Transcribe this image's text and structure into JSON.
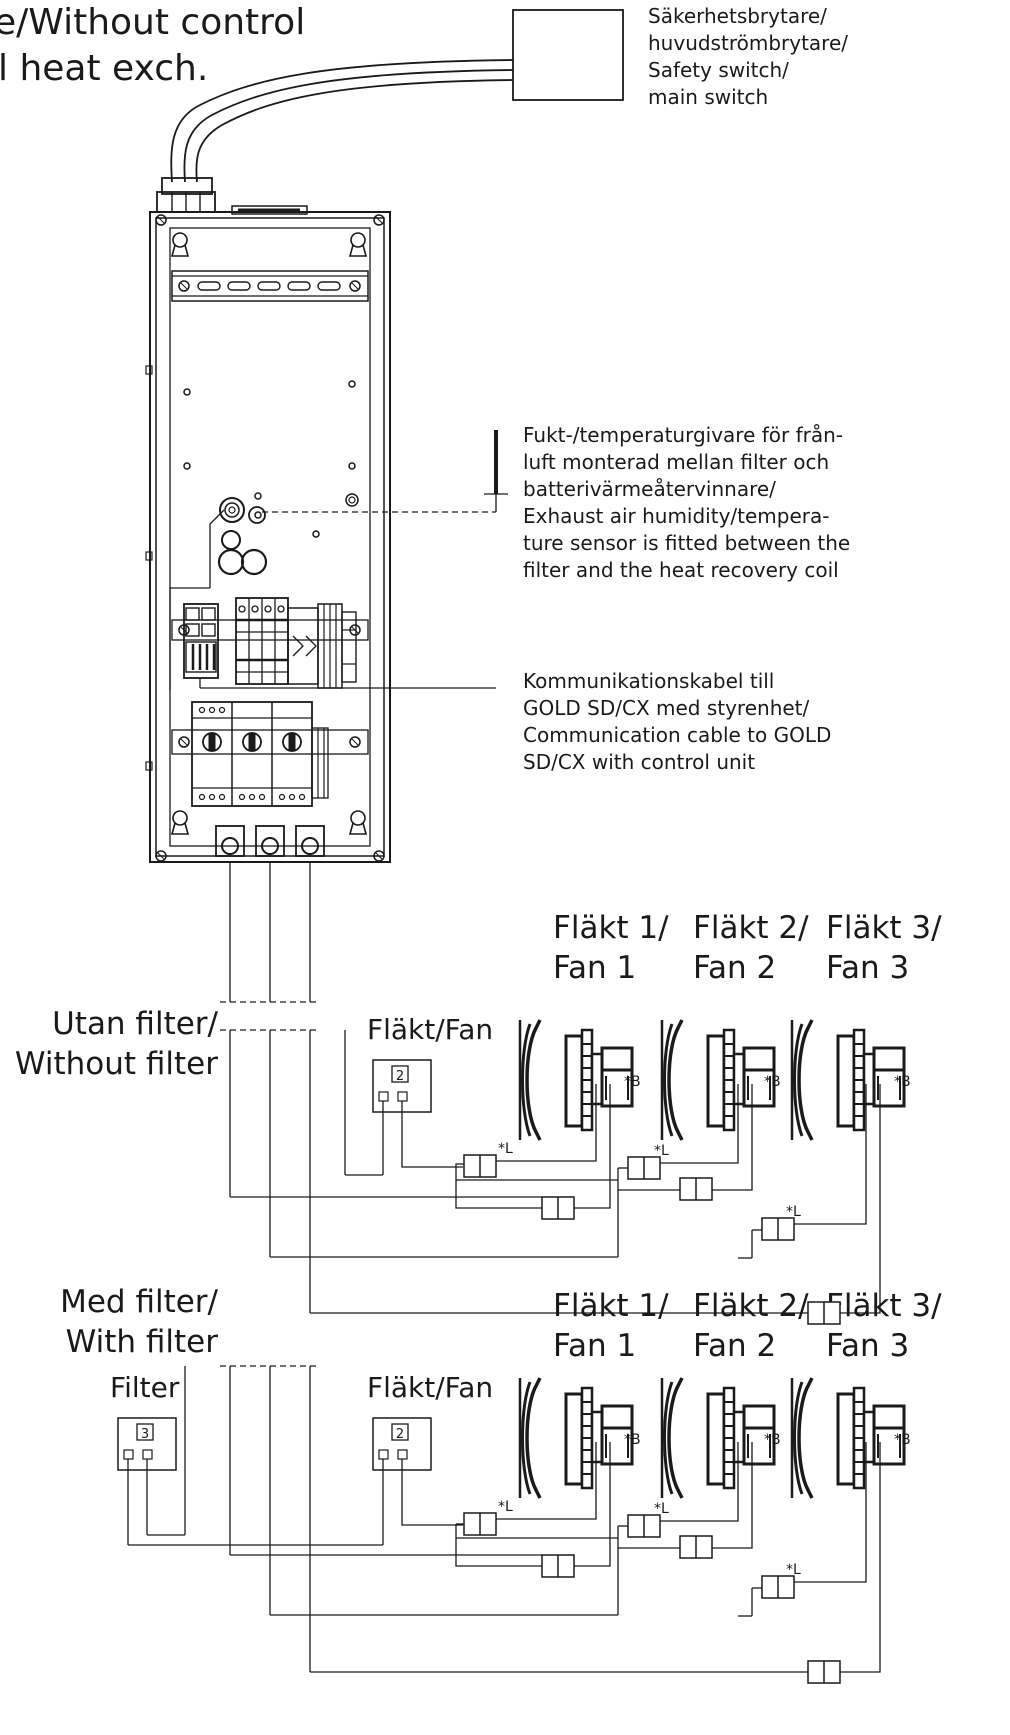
{
  "title": {
    "line1": "e/Without control",
    "line2": "il heat exch."
  },
  "labels": {
    "safety_switch": "Säkerhetsbrytare/\nhuvudströmbrytare/\nSafety switch/\nmain switch",
    "sensor": "Fukt-/temperaturgivare för från-\nluft monterad mellan filter och\nbatterivärmeåtervinnare/\nExhaust air humidity/tempera-\nture sensor is fitted between the\nfilter and the heat recovery coil",
    "comm_cable": "Kommunikationskabel till\nGOLD SD/CX med styrenhet/\nCommunication cable to GOLD\nSD/CX with control unit"
  },
  "sections": {
    "without_filter": {
      "label": "Utan filter/\nWithout filter",
      "fan_box_label": "Fläkt/Fan",
      "fan_box_number": "2",
      "fans": [
        "Fläkt 1/\nFan 1",
        "Fläkt 2/\nFan 2",
        "Fläkt 3/\nFan 3"
      ]
    },
    "with_filter": {
      "label": "Med filter/\nWith filter",
      "filter_box_label": "Filter",
      "filter_box_number": "3",
      "fan_box_label": "Fläkt/Fan",
      "fan_box_number": "2",
      "fans": [
        "Fläkt 1/\nFan 1",
        "Fläkt 2/\nFan 2",
        "Fläkt 3/\nFan 3"
      ]
    }
  },
  "markers": {
    "cable_B": "*B",
    "cable_L": "*L"
  }
}
